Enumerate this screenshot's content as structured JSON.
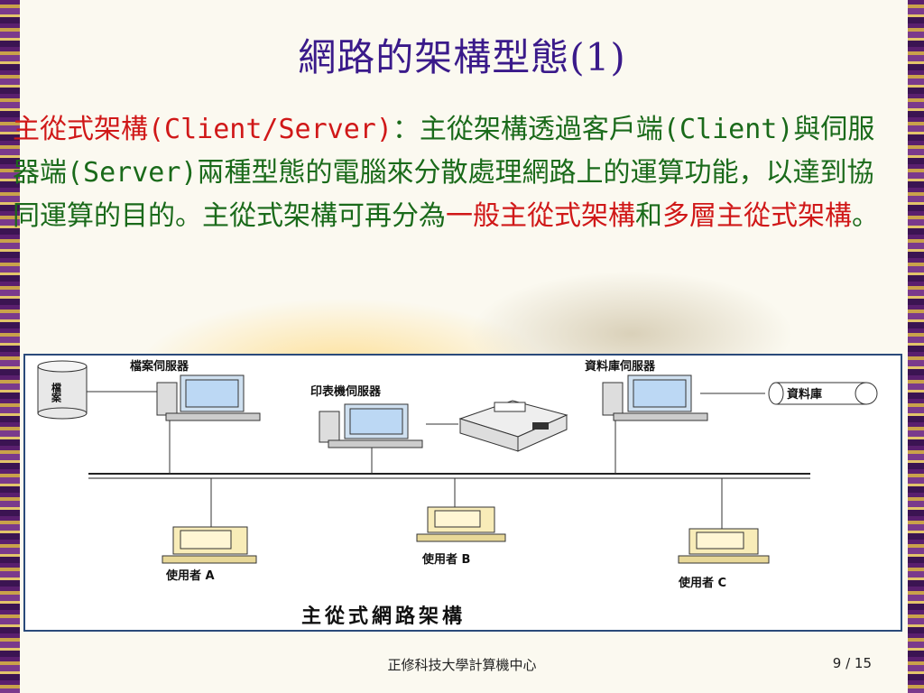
{
  "slide": {
    "title": "網路的架構型態(1)",
    "text": {
      "part1_red": "主從式架構(Client/Server)",
      "part2": "：主從架構透過客戶端(Client)與伺服器端(Server)兩種型態的電腦來分散處理網路上的運算功能，以達到協同運算的目的。主從式架構可再分為",
      "part3_red": "一般主從式架構",
      "part4": "和",
      "part5_red": "多層主從式架構",
      "part6": "。"
    }
  },
  "diagram": {
    "file_server_label": "檔案伺服器",
    "print_server_label": "印表機伺服器",
    "db_server_label": "資料庫伺服器",
    "file_storage_label": "檔案",
    "database_label": "資料庫",
    "user_a_label": "使用者 A",
    "user_b_label": "使用者 B",
    "user_c_label": "使用者 C",
    "caption": "主從式網路架構"
  },
  "footer": {
    "organization": "正修科技大學計算機中心",
    "page_number": "9 / 15"
  },
  "colors": {
    "title": "#3a1a8a",
    "body_text": "#1a6a1a",
    "highlight": "#d01818"
  }
}
